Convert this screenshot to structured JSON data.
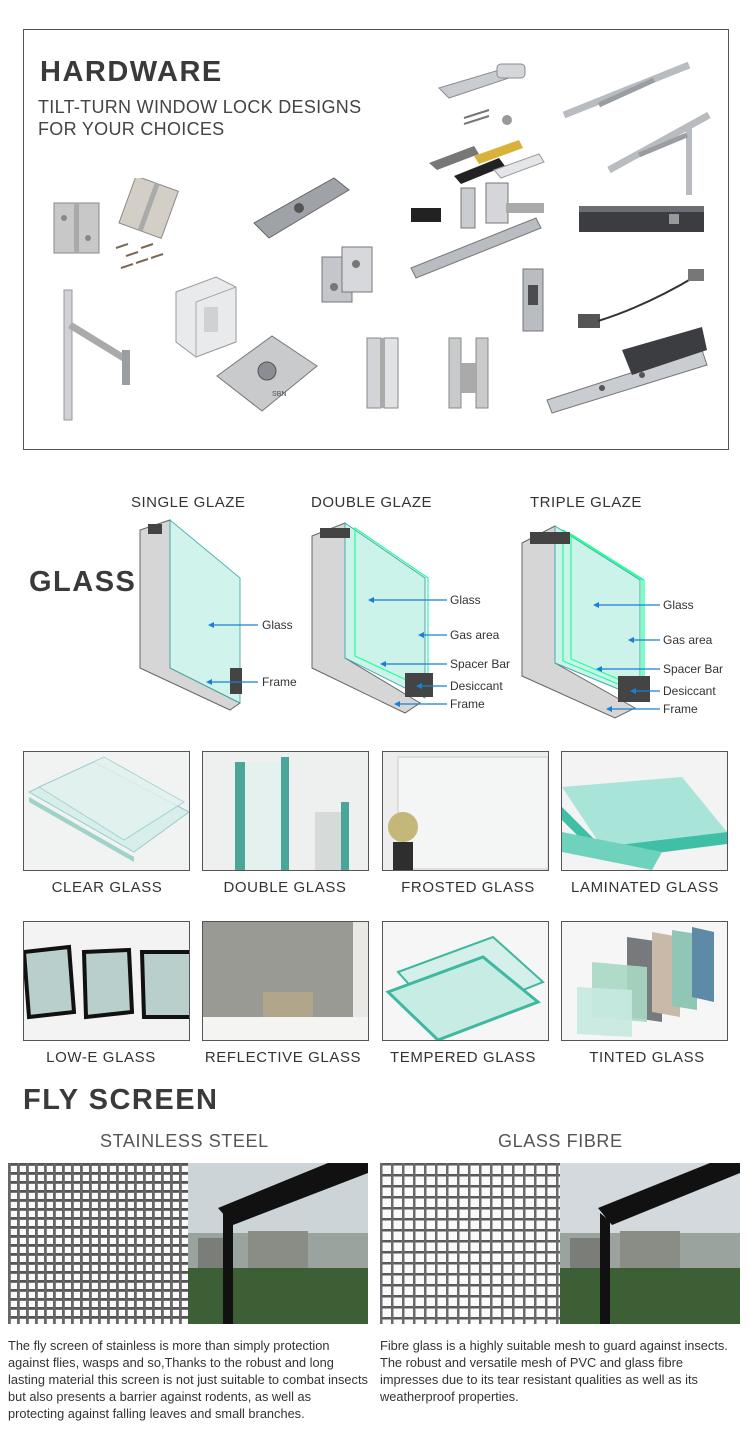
{
  "hardware": {
    "title": "HARDWARE",
    "subtitle": "TILT-TURN WINDOW LOCK DESIGNS FOR YOUR CHOICES"
  },
  "glass": {
    "title": "GLASS",
    "diagrams": [
      {
        "label": "SINGLE GLAZE",
        "callouts": [
          "Glass",
          "Frame"
        ]
      },
      {
        "label": "DOUBLE GLAZE",
        "callouts": [
          "Glass",
          "Gas area",
          "Spacer Bar",
          "Desiccant",
          "Frame"
        ]
      },
      {
        "label": "TRIPLE GLAZE",
        "callouts": [
          "Glass",
          "Gas area",
          "Spacer Bar",
          "Desiccant",
          "Frame"
        ]
      }
    ],
    "types_row1": [
      "CLEAR GLASS",
      "DOUBLE GLASS",
      "FROSTED GLASS",
      "LAMINATED GLASS"
    ],
    "types_row2": [
      "LOW-E GLASS",
      "REFLECTIVE GLASS",
      "TEMPERED GLASS",
      "TINTED GLASS"
    ]
  },
  "fly_screen": {
    "title": "FLY SCREEN",
    "materials": [
      {
        "name": "STAINLESS STEEL",
        "description": "The fly screen of stainless is more than simply protection against flies, wasps and so,Thanks to the robust and long lasting material this screen is not just suitable to combat insects but also presents a barrier against rodents, as well as protecting against falling leaves and small branches."
      },
      {
        "name": "GLASS FIBRE",
        "description": "Fibre glass is a highly suitable mesh to guard against insects. The robust and versatile mesh of PVC and glass fibre impresses due to its tear resistant qualities as well as its weatherproof properties."
      }
    ]
  }
}
